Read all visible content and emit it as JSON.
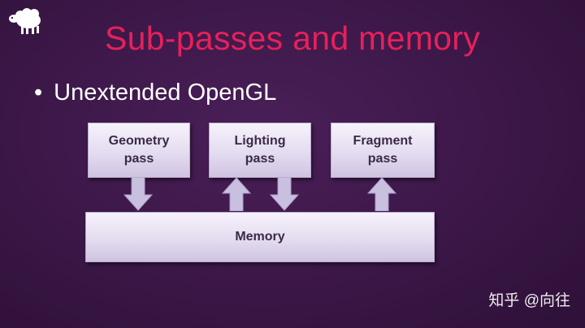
{
  "slide": {
    "title": "Sub-passes and memory",
    "bullet": "Unextended OpenGL",
    "logo_icon": "sheep-icon"
  },
  "diagram": {
    "boxes": [
      {
        "id": "geometry",
        "label": "Geometry\npass"
      },
      {
        "id": "lighting",
        "label": "Lighting\npass"
      },
      {
        "id": "fragment",
        "label": "Fragment\npass"
      }
    ],
    "memory": {
      "label": "Memory"
    },
    "arrows": [
      {
        "from": "geometry",
        "direction": "down"
      },
      {
        "from": "lighting",
        "direction": "up"
      },
      {
        "from": "lighting",
        "direction": "down"
      },
      {
        "from": "fragment",
        "direction": "up"
      }
    ]
  },
  "watermark": "知乎 @向往",
  "colors": {
    "background": "#3a1745",
    "title": "#e5215a",
    "box": "#e4dcf0",
    "box_text": "#3a2a48",
    "arrow": "#c9bfdf"
  }
}
